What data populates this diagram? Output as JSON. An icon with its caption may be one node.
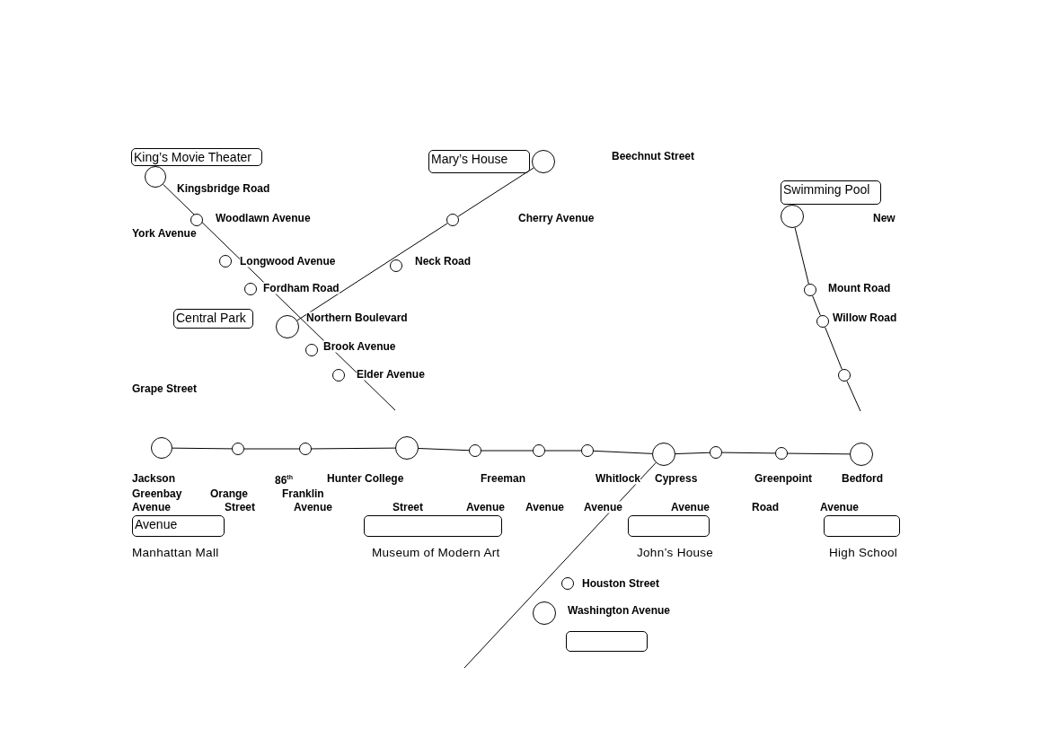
{
  "diagram": {
    "nodes": [
      {
        "text": [
          "King’s Movie Theater"
        ]
      },
      {
        "text": [],
        "shape": "circle"
      },
      {
        "text": [
          "Mary’s House"
        ]
      },
      {
        "text": [],
        "shape": "circle"
      },
      {
        "text": [
          "Swimming Pool"
        ]
      },
      {
        "text": [],
        "shape": "circle"
      },
      {
        "text": [],
        "shape": "circle"
      },
      {
        "text": [],
        "shape": "circle"
      },
      {
        "text": [],
        "shape": "circle"
      },
      {
        "text": [],
        "shape": "circle"
      },
      {
        "text": [],
        "shape": "circle"
      },
      {
        "text": [],
        "shape": "circle"
      },
      {
        "text": [
          "Central Park"
        ]
      },
      {
        "text": [],
        "shape": "circle"
      },
      {
        "text": [],
        "shape": "circle"
      },
      {
        "text": [],
        "shape": "circle"
      },
      {
        "text": [],
        "shape": "circle"
      },
      {
        "text": [],
        "shape": "circle"
      },
      {
        "text": [],
        "shape": "circle"
      },
      {
        "text": [],
        "shape": "circle"
      },
      {
        "text": [],
        "shape": "circle"
      },
      {
        "text": [],
        "shape": "circle"
      },
      {
        "text": [],
        "shape": "circle"
      },
      {
        "text": [],
        "shape": "circle"
      },
      {
        "text": [],
        "shape": "circle"
      },
      {
        "text": [],
        "shape": "circle"
      },
      {
        "text": [],
        "shape": "circle"
      },
      {
        "text": [],
        "shape": "circle"
      },
      {
        "text": [],
        "shape": "circle"
      },
      {
        "text": [
          "Avenue"
        ],
        "beside": [
          "Manhattan Mall"
        ]
      },
      {
        "text": [],
        "shape": "box",
        "beside": [
          "Museum of Modern Art"
        ]
      },
      {
        "text": [],
        "shape": "box",
        "beside": [
          "John’s House"
        ]
      },
      {
        "text": [],
        "shape": "box",
        "beside": [
          "High School"
        ]
      },
      {
        "text": [],
        "shape": "circle"
      },
      {
        "text": [],
        "shape": "circle"
      },
      {
        "text": [],
        "shape": "box"
      }
    ],
    "edges": [
      {
        "from": 1,
        "to": null,
        "arrow": "none"
      },
      {
        "from": 3,
        "to": 6,
        "arrow": "none"
      },
      {
        "from": 6,
        "to": 13,
        "arrow": "none"
      },
      {
        "from": 7,
        "to": 11,
        "arrow": "none"
      },
      {
        "from": 11,
        "to": 14,
        "arrow": "none"
      },
      {
        "from": 14,
        "to": 17,
        "arrow": "none"
      },
      {
        "from": 17,
        "to": null,
        "arrow": "none"
      },
      {
        "from": 18,
        "to": 19,
        "arrow": "none"
      },
      {
        "from": 19,
        "to": 20,
        "arrow": "none"
      },
      {
        "from": 20,
        "to": 21,
        "arrow": "none"
      },
      {
        "from": 21,
        "to": 22,
        "arrow": "none"
      },
      {
        "from": 22,
        "to": 23,
        "arrow": "none"
      },
      {
        "from": 23,
        "to": 24,
        "arrow": "none"
      },
      {
        "from": 24,
        "to": 25,
        "arrow": "none"
      },
      {
        "from": 25,
        "to": 26,
        "arrow": "none"
      },
      {
        "from": 26,
        "to": 27,
        "arrow": "none"
      },
      {
        "from": 27,
        "to": 28,
        "arrow": "none"
      },
      {
        "from": 25,
        "to": null,
        "arrow": "none"
      }
    ],
    "labels": [
      "Kingsbridge Road",
      "Beechnut Street",
      "Woodlawn Avenue",
      "York Avenue",
      "Cherry Avenue",
      "New",
      "Longwood Avenue",
      "Neck Road",
      "Fordham Road",
      "Mount Road",
      "Northern Boulevard",
      "Willow Road",
      "Brook Avenue",
      "Elder Avenue",
      "Grape Street",
      "Jackson",
      "86$^{th}$",
      "Hunter College",
      "Freeman",
      "Whitlock",
      "Cypress",
      "Greenpoint",
      "Bedford",
      "Greenbay",
      "Orange",
      "Franklin",
      "Avenue",
      "Street",
      "Avenue",
      "Street",
      "Avenue",
      "Avenue",
      "Avenue",
      "Avenue",
      "Road",
      "Avenue",
      "Houston Street",
      "Washington Avenue"
    ]
  }
}
